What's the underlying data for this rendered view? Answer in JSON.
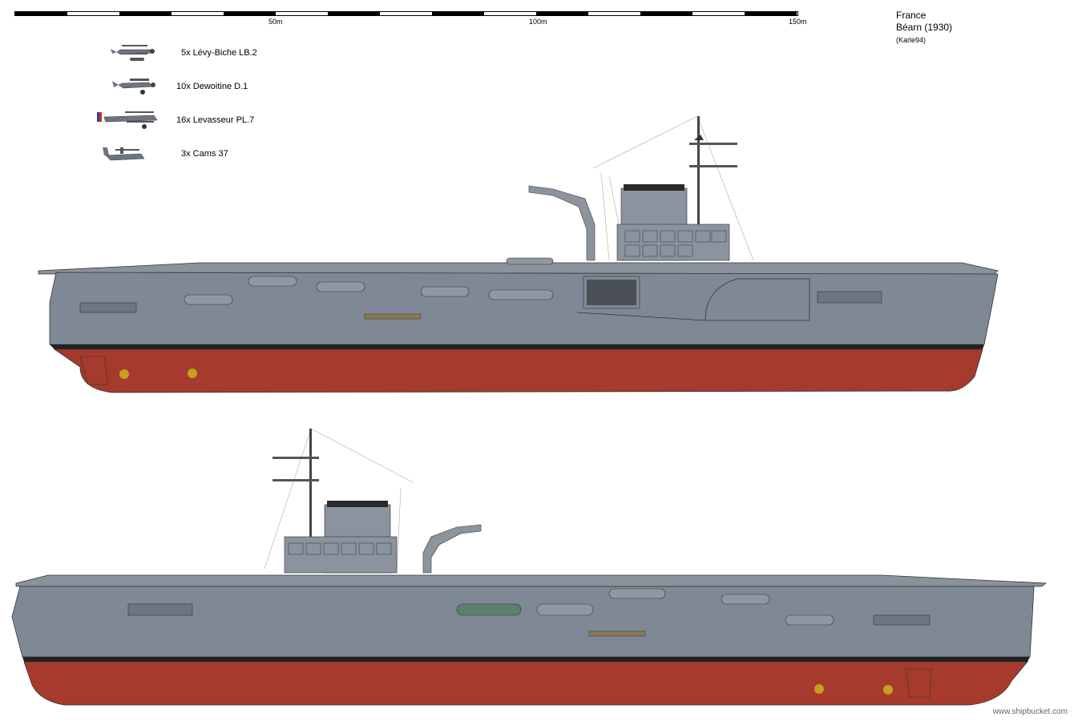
{
  "scale": {
    "ticks": [
      "50m",
      "100m",
      "150m"
    ]
  },
  "info": {
    "country": "France",
    "ship": "Béarn (1930)",
    "author": "(Karle94)"
  },
  "aircraft": [
    {
      "label": "5x Lévy-Biche LB.2",
      "icon": "biplane-floatplane-icon"
    },
    {
      "label": "10x Dewoitine D.1",
      "icon": "monoplane-fighter-icon"
    },
    {
      "label": "16x Levasseur PL.7",
      "icon": "biplane-torpedo-icon"
    },
    {
      "label": "3x Cams 37",
      "icon": "flying-boat-icon"
    }
  ],
  "colors": {
    "hull_grey": "#7f8996",
    "hull_dark": "#5c636d",
    "boot_top": "#222222",
    "underwater": "#a63a2c",
    "propeller": "#c8a020"
  },
  "credit": "www.shipbucket.com"
}
